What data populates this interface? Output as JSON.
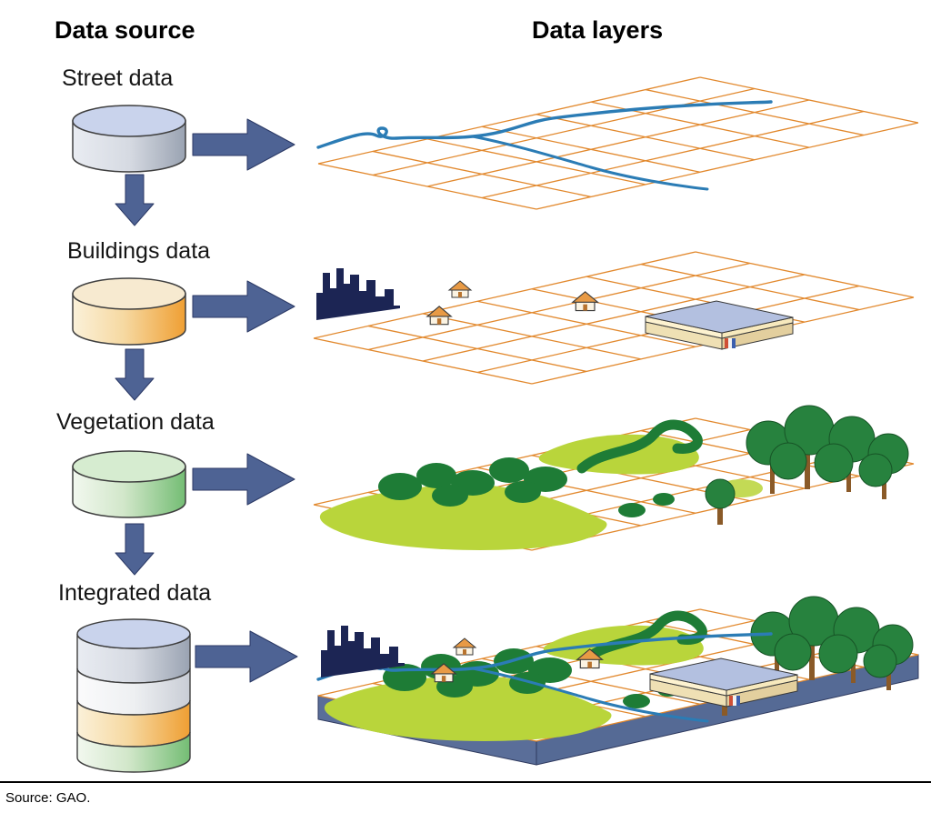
{
  "headers": {
    "data_source": "Data source",
    "data_layers": "Data layers"
  },
  "rows": [
    {
      "id": "street",
      "label": "Street data"
    },
    {
      "id": "buildings",
      "label": "Buildings data"
    },
    {
      "id": "vegetation",
      "label": "Vegetation data"
    },
    {
      "id": "integrated",
      "label": "Integrated data"
    }
  ],
  "footer": {
    "source_note": "Source: GAO."
  },
  "icons": {
    "database": "cylinder-stack-shape",
    "arrow_right": "solid-right-arrow-shape",
    "arrow_down": "solid-down-arrow-shape",
    "city_skyline": "dark-building-silhouette",
    "house": "small-gabled-house",
    "tree": "round-canopy-tree"
  },
  "colors": {
    "grid_line": "#e2892e",
    "street_line": "#2b7cb5",
    "arrow_fill": "#4e6394",
    "arrow_outline": "#2c3a66",
    "city_silhouette": "#1c2554",
    "vegetation_dark": "#1e7c36",
    "vegetation_light": "#b9d53b",
    "tree_trunk": "#8a5a28",
    "cylinder_top": "#c9d3ec",
    "cylinder_orange": "#ef9f33",
    "cylinder_green": "#74bd74",
    "slab_side": "#5a6e99"
  }
}
